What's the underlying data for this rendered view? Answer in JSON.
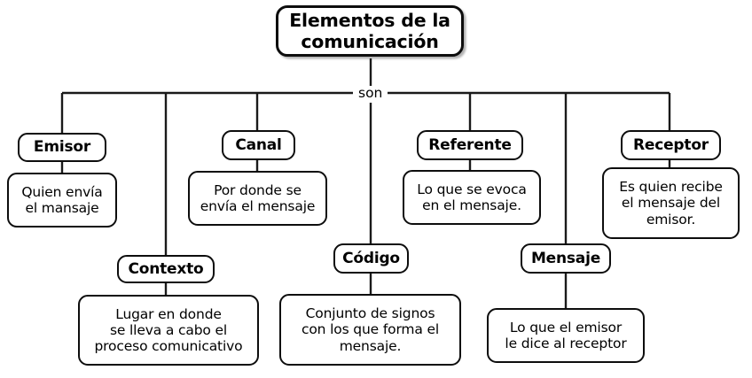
{
  "diagram": {
    "type": "concept-map",
    "title": "Elementos de la comunicación",
    "link_label": "son",
    "stroke_color": "#1a1a1a",
    "box_fill": "#ffffff",
    "text_color": "#000000",
    "branches": [
      {
        "key": "emisor",
        "label": "Emisor",
        "description": "Quien envía\nel mansaje",
        "row": 1
      },
      {
        "key": "contexto",
        "label": "Contexto",
        "description": "Lugar en donde\nse lleva a cabo el\nproceso comunicativo",
        "row": 2
      },
      {
        "key": "canal",
        "label": "Canal",
        "description": "Por donde se\nenvía el mensaje",
        "row": 1
      },
      {
        "key": "codigo",
        "label": "Código",
        "description": "Conjunto de signos\ncon los que forma el\nmensaje.",
        "row": 2
      },
      {
        "key": "referente",
        "label": "Referente",
        "description": "Lo que se evoca\nen el mensaje.",
        "row": 1
      },
      {
        "key": "mensaje",
        "label": "Mensaje",
        "description": "Lo que el emisor\nle dice al receptor",
        "row": 2
      },
      {
        "key": "receptor",
        "label": "Receptor",
        "description": "Es quien recibe\nel mensaje del\nemisor.",
        "row": 1
      }
    ]
  }
}
